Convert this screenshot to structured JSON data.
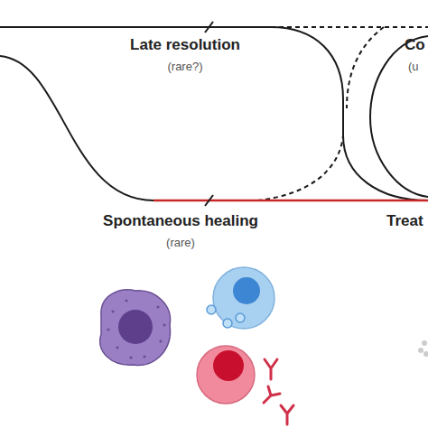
{
  "diagram": {
    "labels": [
      "Late resolution",
      "(rare?)",
      "Spontaneous healing",
      "(rare)",
      "Co",
      "(u",
      "Treat"
    ]
  }
}
